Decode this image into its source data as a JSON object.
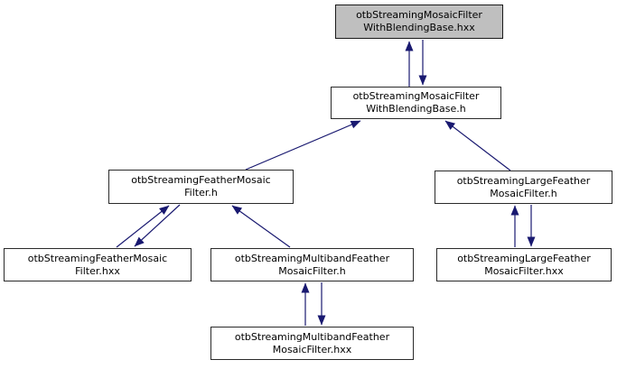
{
  "diagram": {
    "kind": "include-dependency-graph",
    "colors": {
      "edge": "#191970",
      "selected_node_fill": "#bfbfbf",
      "node_fill": "#ffffff",
      "node_border": "#000000"
    },
    "nodes": [
      {
        "id": "mosaic-base-hxx",
        "line1": "otbStreamingMosaicFilter",
        "line2": "WithBlendingBase.hxx",
        "selected": true
      },
      {
        "id": "mosaic-base-h",
        "line1": "otbStreamingMosaicFilter",
        "line2": "WithBlendingBase.h",
        "selected": false
      },
      {
        "id": "feather-h",
        "line1": "otbStreamingFeatherMosaic",
        "line2": "Filter.h",
        "selected": false
      },
      {
        "id": "large-feather-h",
        "line1": "otbStreamingLargeFeather",
        "line2": "MosaicFilter.h",
        "selected": false
      },
      {
        "id": "feather-hxx",
        "line1": "otbStreamingFeatherMosaic",
        "line2": "Filter.hxx",
        "selected": false
      },
      {
        "id": "multiband-h",
        "line1": "otbStreamingMultibandFeather",
        "line2": "MosaicFilter.h",
        "selected": false
      },
      {
        "id": "large-feather-hxx",
        "line1": "otbStreamingLargeFeather",
        "line2": "MosaicFilter.hxx",
        "selected": false
      },
      {
        "id": "multiband-hxx",
        "line1": "otbStreamingMultibandFeather",
        "line2": "MosaicFilter.hxx",
        "selected": false
      }
    ],
    "edges": [
      {
        "from": "mosaic-base-h",
        "to": "mosaic-base-hxx"
      },
      {
        "from": "mosaic-base-hxx",
        "to": "mosaic-base-h"
      },
      {
        "from": "feather-h",
        "to": "mosaic-base-h"
      },
      {
        "from": "large-feather-h",
        "to": "mosaic-base-h"
      },
      {
        "from": "feather-hxx",
        "to": "feather-h"
      },
      {
        "from": "feather-h",
        "to": "feather-hxx"
      },
      {
        "from": "multiband-h",
        "to": "feather-h"
      },
      {
        "from": "large-feather-hxx",
        "to": "large-feather-h"
      },
      {
        "from": "large-feather-h",
        "to": "large-feather-hxx"
      },
      {
        "from": "multiband-hxx",
        "to": "multiband-h"
      },
      {
        "from": "multiband-h",
        "to": "multiband-hxx"
      }
    ]
  }
}
